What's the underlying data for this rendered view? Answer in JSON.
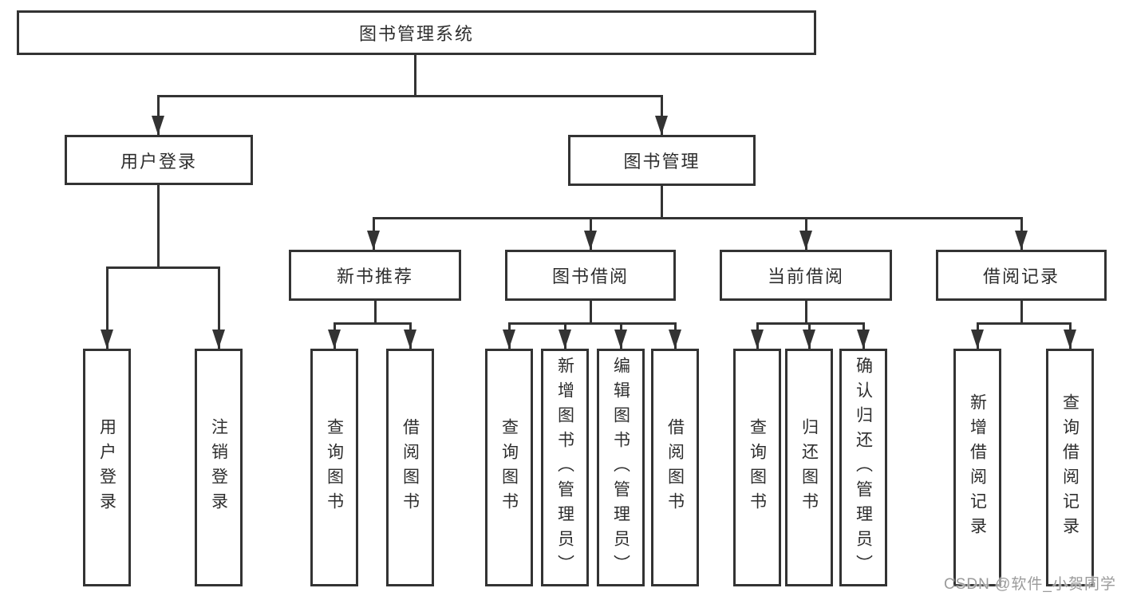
{
  "tree": {
    "root": {
      "label": "图书管理系统",
      "children": [
        {
          "label": "用户登录",
          "children": [
            {
              "label": "用户登录"
            },
            {
              "label": "注销登录"
            }
          ]
        },
        {
          "label": "图书管理",
          "children": [
            {
              "label": "新书推荐",
              "children": [
                {
                  "label": "查询图书"
                },
                {
                  "label": "借阅图书"
                }
              ]
            },
            {
              "label": "图书借阅",
              "children": [
                {
                  "label": "查询图书"
                },
                {
                  "label": "新增图书（管理员）"
                },
                {
                  "label": "编辑图书（管理员）"
                },
                {
                  "label": "借阅图书"
                }
              ]
            },
            {
              "label": "当前借阅",
              "children": [
                {
                  "label": "查询图书"
                },
                {
                  "label": "归还图书"
                },
                {
                  "label": "确认归还（管理员）"
                }
              ]
            },
            {
              "label": "借阅记录",
              "children": [
                {
                  "label": "新增借阅记录"
                },
                {
                  "label": "查询借阅记录"
                }
              ]
            }
          ]
        }
      ]
    }
  },
  "watermark": {
    "text": "CSDN @软件_小贺同学"
  },
  "colors": {
    "line": "#333333",
    "box_border": "#333333",
    "box_background": "#ffffff",
    "text": "#2e2e2e",
    "watermark": "#9b9b9b",
    "page_background": "#ffffff"
  }
}
